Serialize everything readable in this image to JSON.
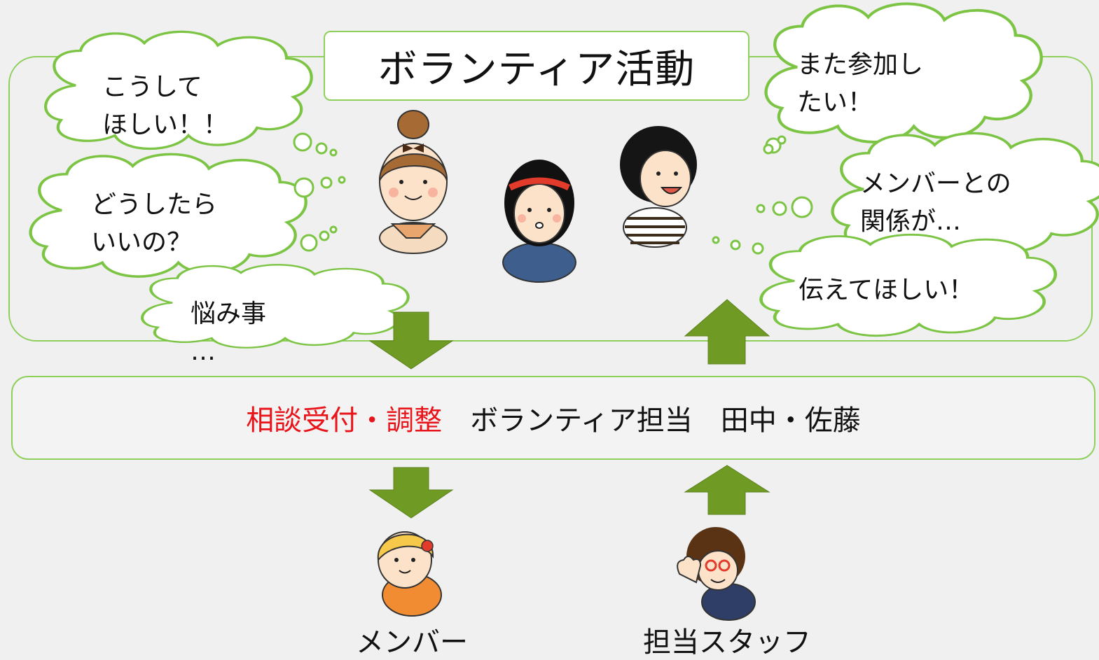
{
  "title": "ボランティア活動",
  "thoughts": {
    "left_top": [
      "こうして",
      "ほしい！！"
    ],
    "left_mid": [
      "どうしたら",
      "いいの？"
    ],
    "left_bottom": [
      "悩み事",
      "…"
    ],
    "right_top": [
      "また参加し",
      "たい！"
    ],
    "right_mid": [
      "メンバーとの",
      "関係が…"
    ],
    "right_bottom": [
      "伝えてほしい！"
    ]
  },
  "band": {
    "label_red": "相談受付・調整",
    "label_rest": "ボランティア担当　田中・佐藤"
  },
  "bottom": {
    "member": "メンバー",
    "staff": "担当スタッフ"
  },
  "colors": {
    "frame": "#8fcf5c",
    "arrow": "#6f9a24",
    "accent": "#e8141a"
  }
}
